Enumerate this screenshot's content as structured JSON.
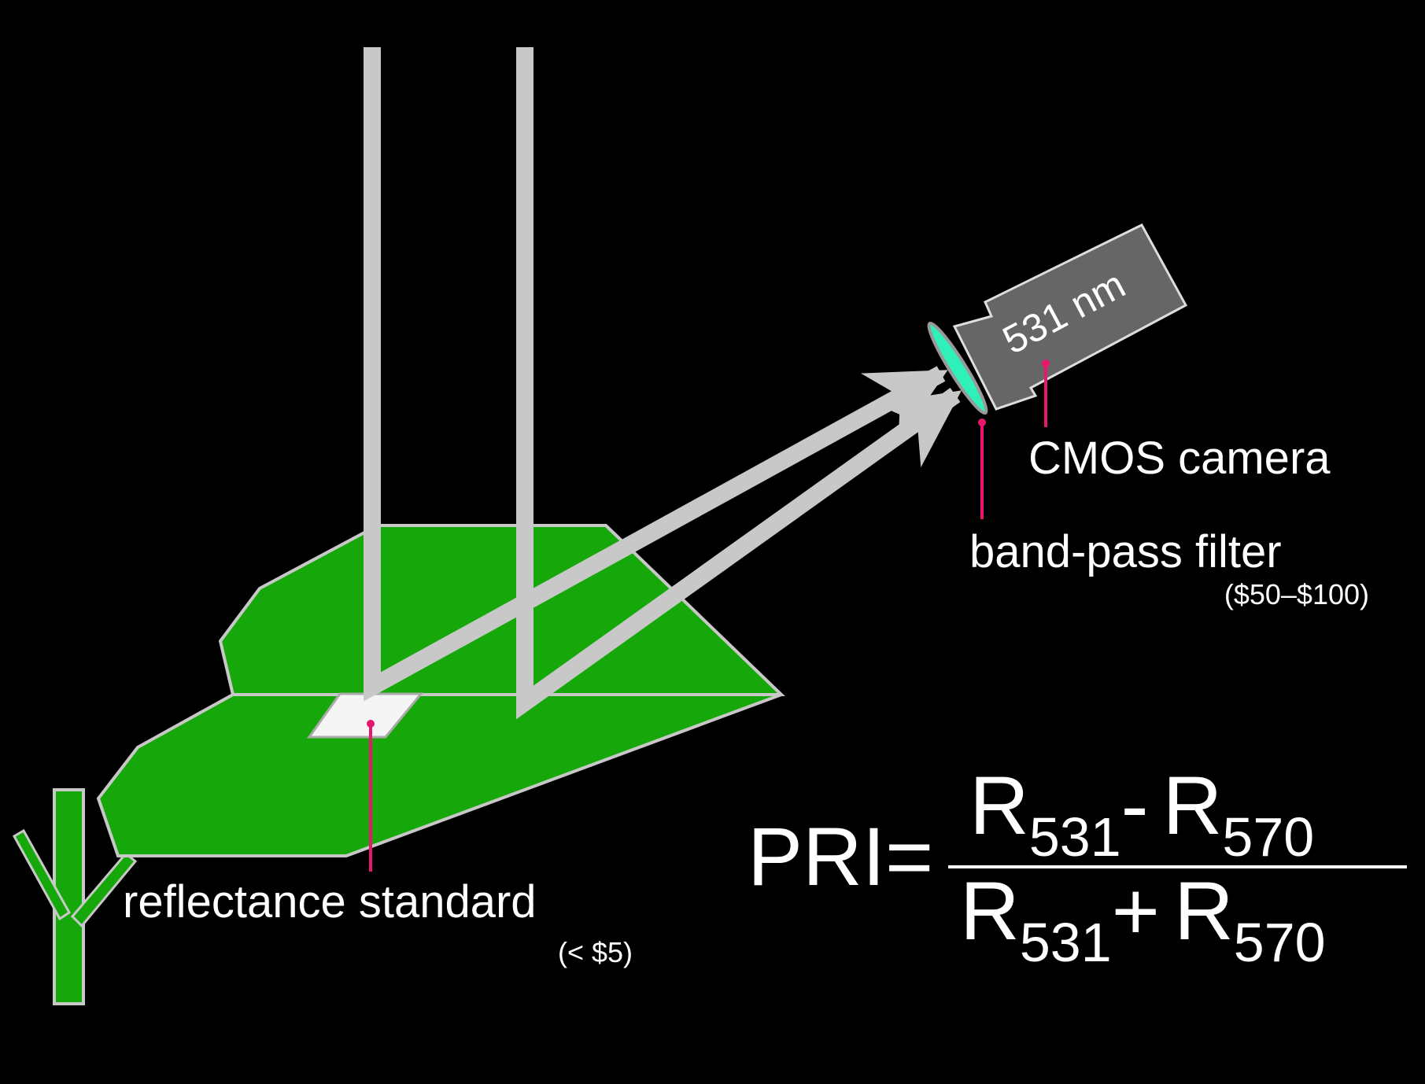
{
  "labels": {
    "reflectance_standard": "reflectance standard",
    "reflectance_standard_cost": "(< $5)",
    "band_pass_filter": "band-pass filter",
    "band_pass_filter_cost": "($50–$100)",
    "cmos_camera": "CMOS camera",
    "wavelength": "531 nm"
  },
  "formula": {
    "lhs": "PRI",
    "equals": "=",
    "numerator": {
      "term1": "R",
      "sub1": "531",
      "op": "-",
      "term2": "R",
      "sub2": "570"
    },
    "denominator": {
      "term1": "R",
      "sub1": "531",
      "op": "+",
      "term2": "R",
      "sub2": "570"
    }
  },
  "colors": {
    "background": "#000000",
    "leaf": "#16a80a",
    "outline": "#c8c8c8",
    "light_beam": "#c8c8c8",
    "camera_body": "#666666",
    "filter": "#2ef0b8",
    "callout": "#e8176e",
    "text": "#ffffff"
  }
}
